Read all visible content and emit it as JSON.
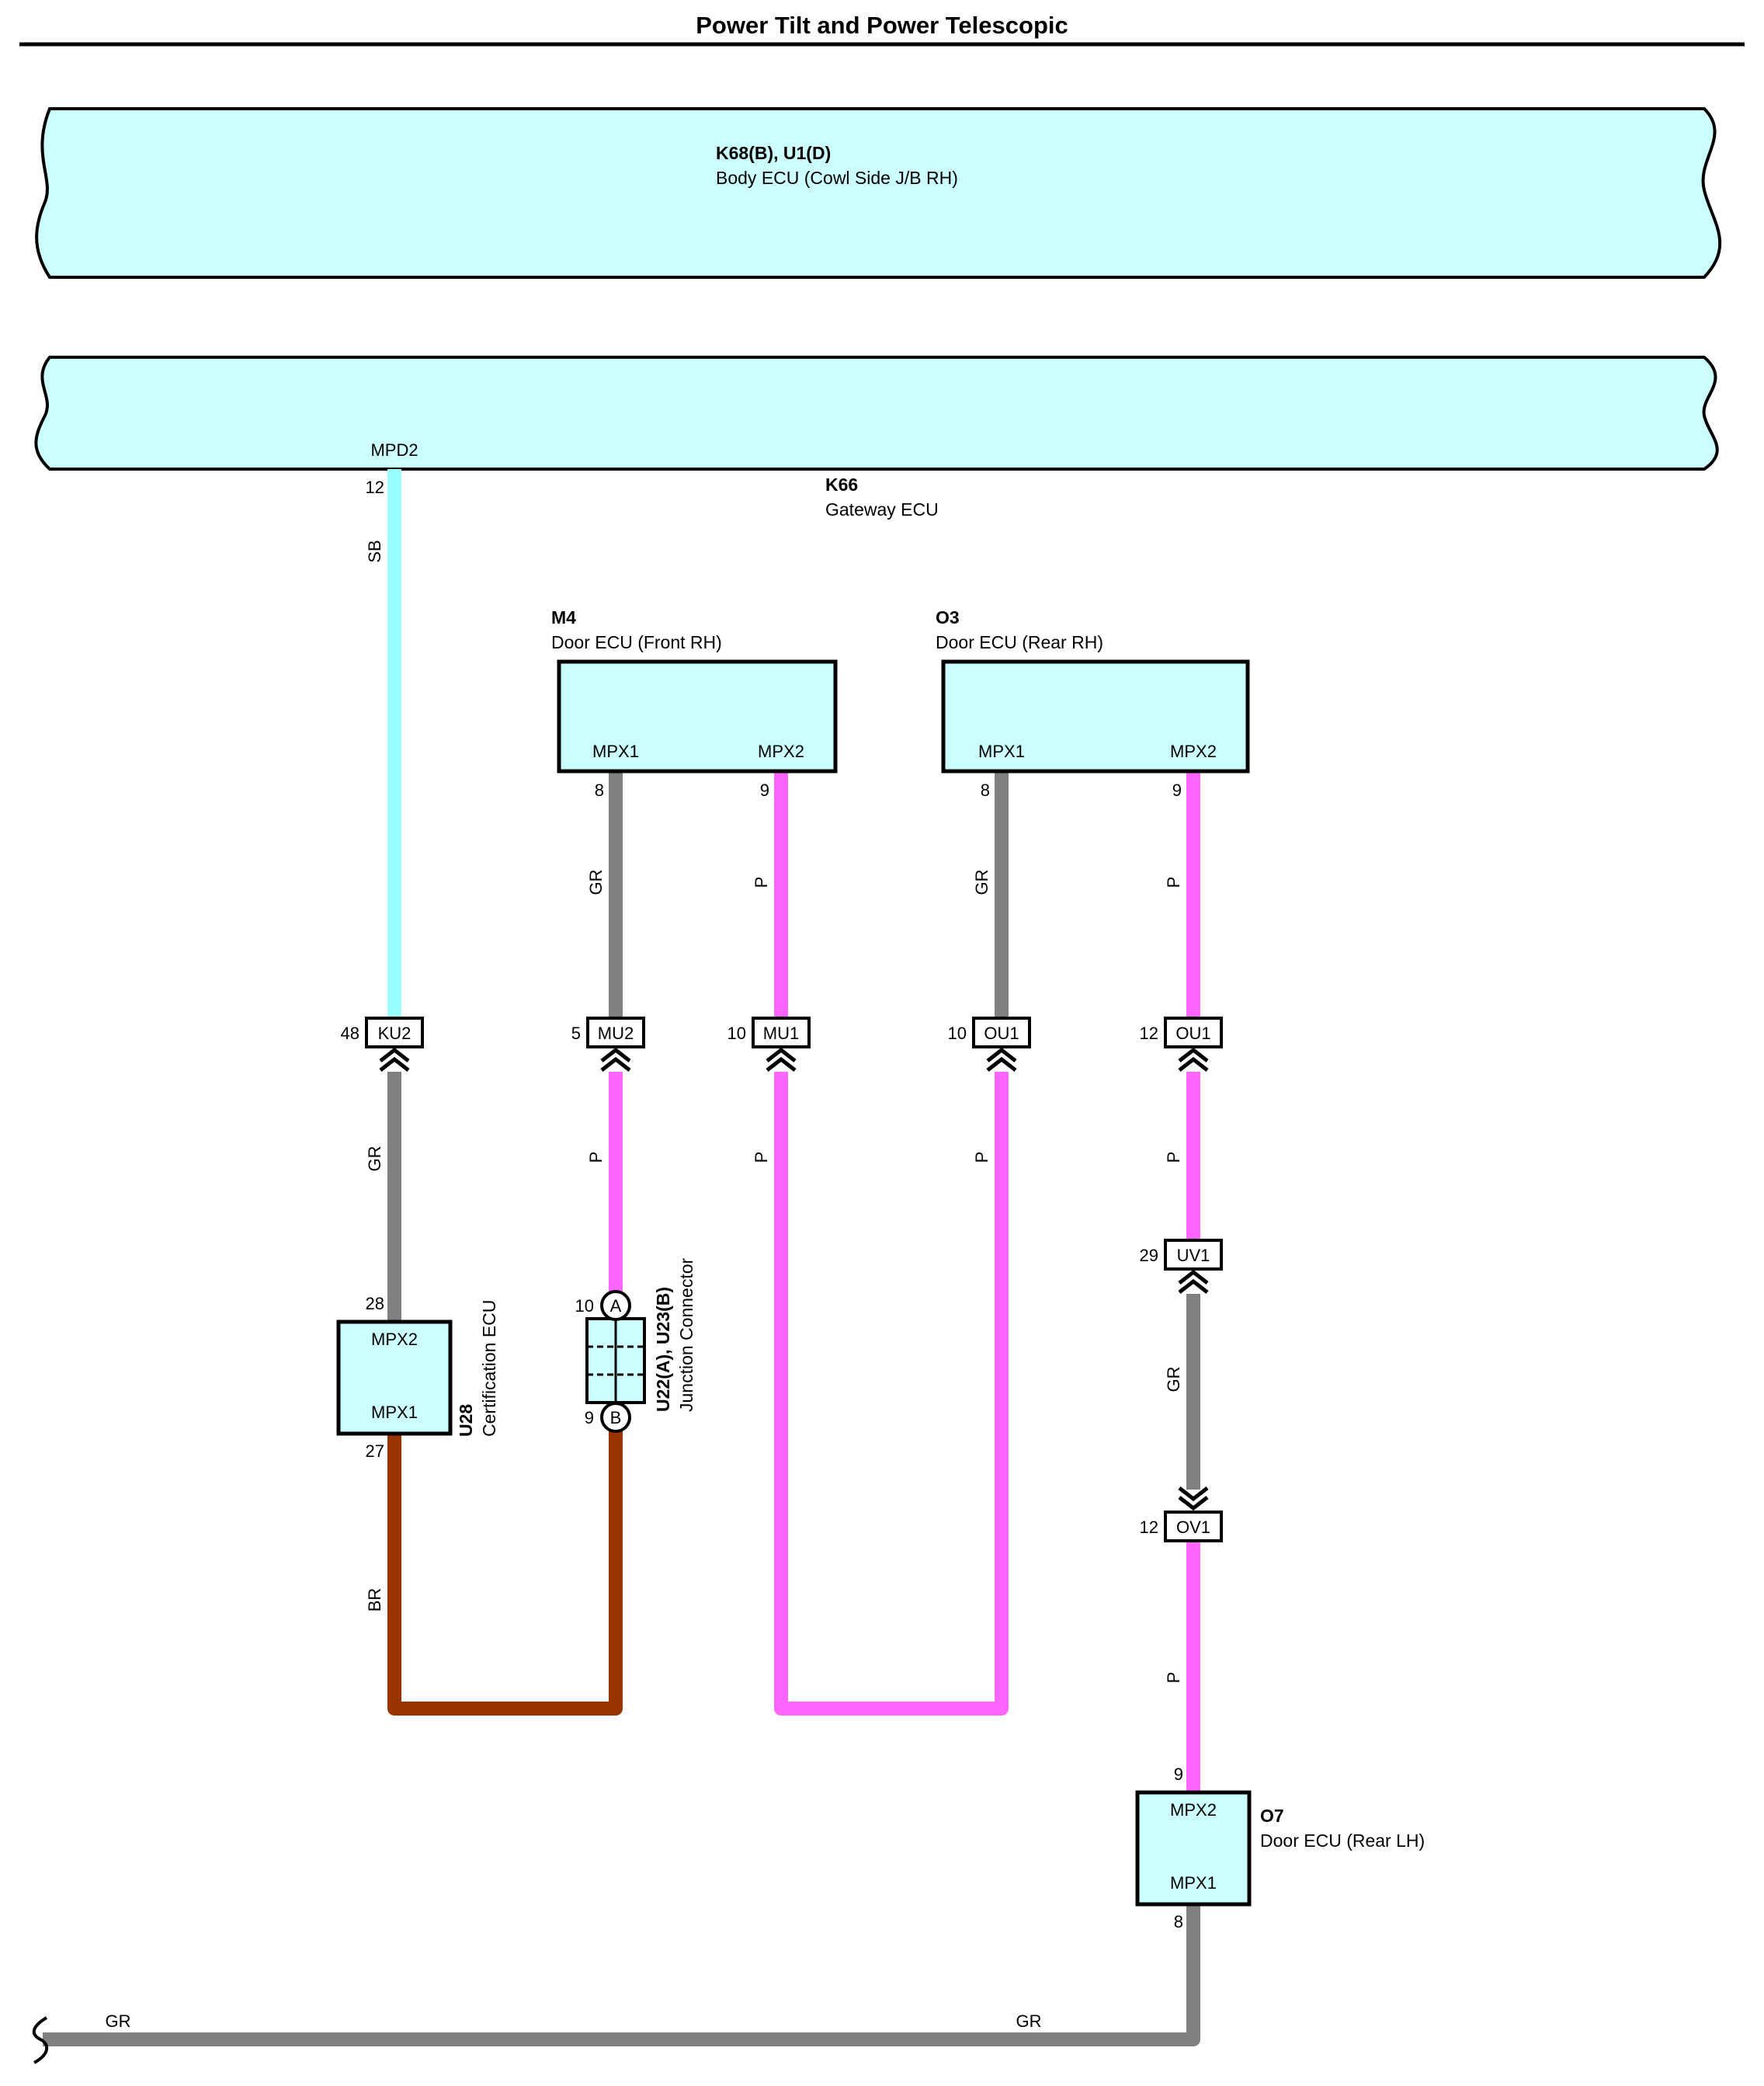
{
  "title": "Power Tilt and Power Telescopic",
  "colors": {
    "ecu_fill": "#ccffff",
    "SB": "#99ffff",
    "GR": "#808080",
    "P": "#ff66ff",
    "BR": "#993300"
  },
  "components": {
    "body_ecu": {
      "code": "K68(B), U1(D)",
      "name": "Body ECU (Cowl Side J/B RH)"
    },
    "gateway_ecu": {
      "code": "K66",
      "name": "Gateway ECU",
      "terminal": "MPD2",
      "pin": "12"
    },
    "door_front_rh": {
      "code": "M4",
      "name": "Door ECU (Front RH)",
      "t1": "MPX1",
      "t1_pin": "8",
      "t2": "MPX2",
      "t2_pin": "9"
    },
    "door_rear_rh": {
      "code": "O3",
      "name": "Door ECU (Rear RH)",
      "t1": "MPX1",
      "t1_pin": "8",
      "t2": "MPX2",
      "t2_pin": "9"
    },
    "certification_ecu": {
      "code": "U28",
      "name": "Certification ECU",
      "t_top": "MPX2",
      "t_top_pin": "28",
      "t_bot": "MPX1",
      "t_bot_pin": "27"
    },
    "junction": {
      "code": "U22(A), U23(B)",
      "name": "Junction Connector",
      "a_label": "A",
      "a_pin": "10",
      "b_label": "B",
      "b_pin": "9"
    },
    "door_rear_lh": {
      "code": "O7",
      "name": "Door ECU (Rear LH)",
      "t_top": "MPX2",
      "t_top_pin": "9",
      "t_bot": "MPX1",
      "t_bot_pin": "8"
    }
  },
  "connectors": {
    "ku2": {
      "label": "KU2",
      "pin": "48"
    },
    "mu2": {
      "label": "MU2",
      "pin": "5"
    },
    "mu1": {
      "label": "MU1",
      "pin": "10"
    },
    "ou1_a": {
      "label": "OU1",
      "pin": "10"
    },
    "ou1_b": {
      "label": "OU1",
      "pin": "12"
    },
    "uv1": {
      "label": "UV1",
      "pin": "29"
    },
    "ov1": {
      "label": "OV1",
      "pin": "12"
    }
  },
  "wires": {
    "gw_ku2": "SB",
    "ku2_cert": "GR",
    "cert_junction": "BR",
    "m4_mu2": "GR",
    "mu2_junction": "P",
    "m4_mu1": "P",
    "mu1_ou1": "P",
    "ou1_mu1_side": "P",
    "o3_ou1a": "GR",
    "o3_ou1b": "P",
    "ou1b_uv1": "P",
    "uv1_ov1": "GR",
    "ov1_o7": "P",
    "bottom_left": "GR",
    "bottom_right": "GR"
  }
}
